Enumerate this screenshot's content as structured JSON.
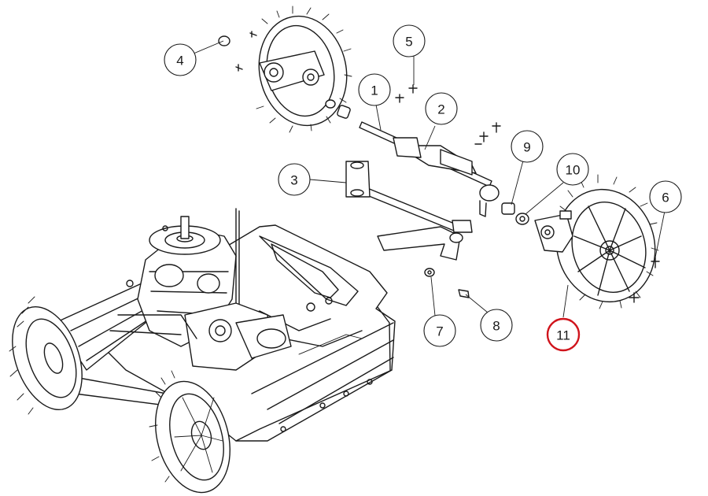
{
  "colors": {
    "line": "#1a1a1a",
    "background": "#ffffff",
    "highlight": "#d0141c"
  },
  "callouts": [
    {
      "id": "1",
      "label": "1",
      "highlighted": false
    },
    {
      "id": "2",
      "label": "2",
      "highlighted": false
    },
    {
      "id": "3",
      "label": "3",
      "highlighted": false
    },
    {
      "id": "4",
      "label": "4",
      "highlighted": false
    },
    {
      "id": "5",
      "label": "5",
      "highlighted": false
    },
    {
      "id": "6",
      "label": "6",
      "highlighted": false
    },
    {
      "id": "7",
      "label": "7",
      "highlighted": false
    },
    {
      "id": "8",
      "label": "8",
      "highlighted": false
    },
    {
      "id": "9",
      "label": "9",
      "highlighted": false
    },
    {
      "id": "10",
      "label": "10",
      "highlighted": false
    },
    {
      "id": "11",
      "label": "11",
      "highlighted": true
    }
  ]
}
